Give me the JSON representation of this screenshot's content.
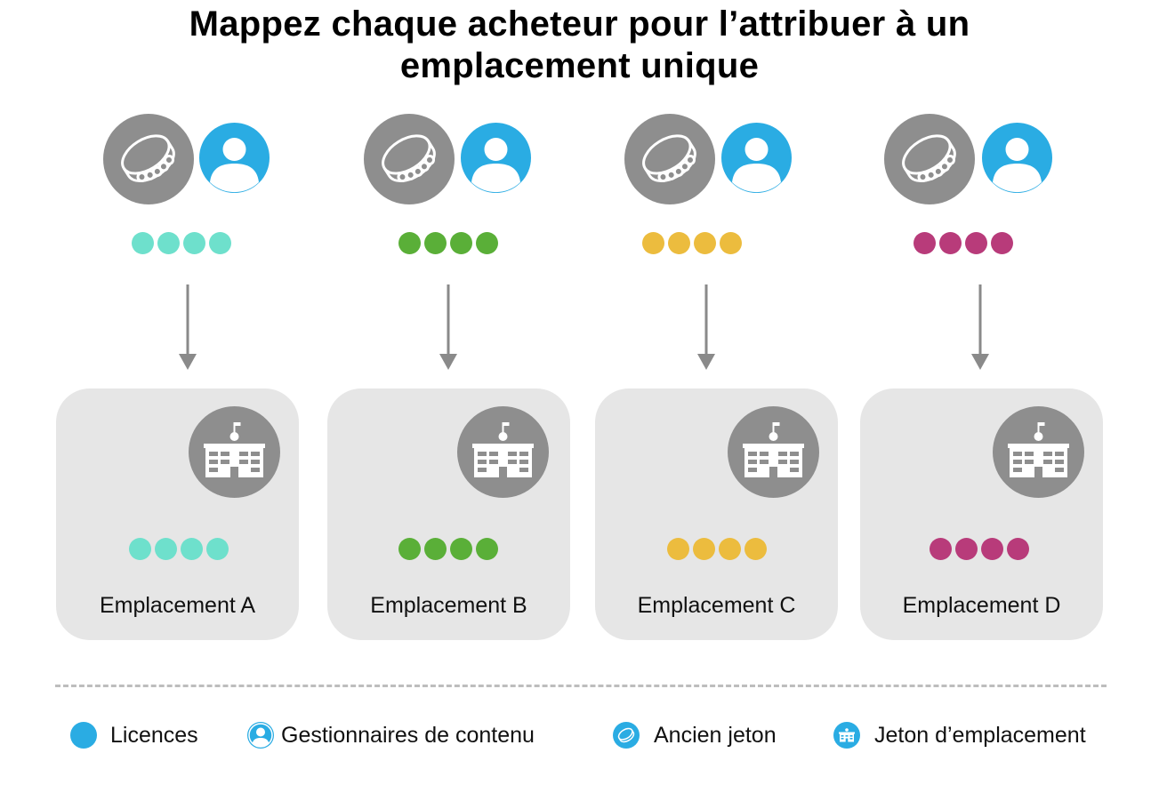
{
  "title": {
    "line1": "Mappez chaque acheteur pour l’attribuer à un",
    "line2": "emplacement unique"
  },
  "colors": {
    "license": "#2aace3",
    "token_grey": "#8e8e8e",
    "card_bg": "#e6e6e6",
    "group_a": "#6ee0cc",
    "group_b": "#5aaf38",
    "group_c": "#ecbc3e",
    "group_d": "#b83b7a"
  },
  "groups": [
    {
      "location_label": "Emplacement A",
      "color": "#6ee0cc",
      "icons": [
        "legacy-token-icon",
        "person-icon",
        "building-icon"
      ]
    },
    {
      "location_label": "Emplacement B",
      "color": "#5aaf38",
      "icons": [
        "legacy-token-icon",
        "person-icon",
        "building-icon"
      ]
    },
    {
      "location_label": "Emplacement C",
      "color": "#ecbc3e",
      "icons": [
        "legacy-token-icon",
        "person-icon",
        "building-icon"
      ]
    },
    {
      "location_label": "Emplacement D",
      "color": "#b83b7a",
      "icons": [
        "legacy-token-icon",
        "person-icon",
        "building-icon"
      ]
    }
  ],
  "legend": [
    {
      "label": "Licences",
      "icon": "license-dot-icon"
    },
    {
      "label": "Gestionnaires de contenu",
      "icon": "person-icon"
    },
    {
      "label": "Ancien jeton",
      "icon": "legacy-token-icon"
    },
    {
      "label": "Jeton d’emplacement",
      "icon": "building-icon"
    }
  ]
}
